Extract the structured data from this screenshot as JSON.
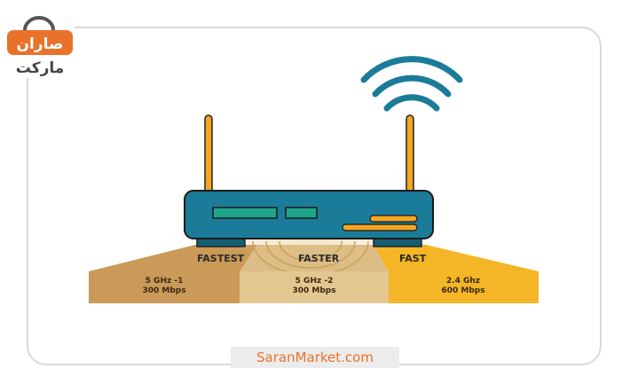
{
  "logo": {
    "text_top": "صاران",
    "text_bottom": "مارکت"
  },
  "speeds": [
    "FASTEST",
    "FASTER",
    "FAST"
  ],
  "bands": [
    {
      "name": "5 GHz -1",
      "rate": "300 Mbps",
      "color": "#c99a58"
    },
    {
      "name": "5 GHz -2",
      "rate": "300 Mbps",
      "color": "#e3c791"
    },
    {
      "name": "2.4 Ghz",
      "rate": "600 Mbps",
      "color": "#f4b526"
    }
  ],
  "colors": {
    "router": "#1b7c99",
    "accent": "#f5a623",
    "display": "#1fa58c"
  },
  "footer": "SaranMarket.com"
}
